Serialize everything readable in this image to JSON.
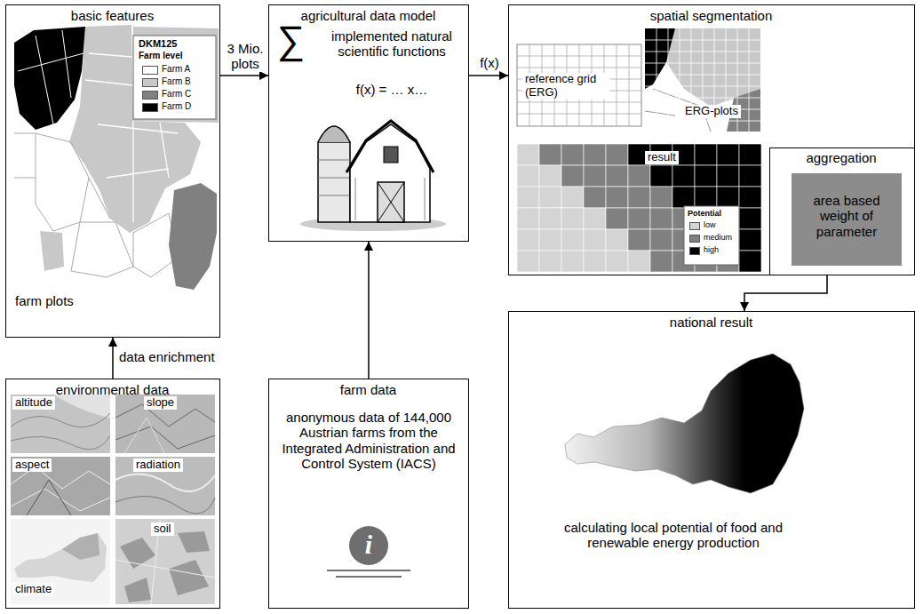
{
  "diagram": {
    "nodes": [
      {
        "text": [
          "basic features"
        ]
      },
      {
        "text": [
          "agricultural data model",
          "implemented natural scientific functions",
          "f(x) = … x…"
        ]
      },
      {
        "text": [
          "spatial segmentation"
        ]
      },
      {
        "text": [
          "aggregation"
        ],
        "in": 2
      },
      {
        "text": [
          "area based weight of parameter"
        ],
        "in": 3
      },
      {
        "text": [
          "environmental data"
        ]
      },
      {
        "text": [
          "farm data",
          "anonymous data of 144,000 Austrian farms from the Integrated Administration and Control System (IACS)"
        ]
      },
      {
        "text": [
          "national result",
          "calculating local potential of food and renewable energy production"
        ]
      }
    ],
    "edges": [
      {
        "from": 0,
        "to": 1,
        "label": "3 Mio. plots",
        "arrow": "to"
      },
      {
        "from": 5,
        "to": 0,
        "label": "data enrichment",
        "arrow": "to"
      },
      {
        "from": 6,
        "to": 1,
        "arrow": "to"
      },
      {
        "from": 1,
        "to": 2,
        "label": "f(x)",
        "arrow": "to"
      },
      {
        "from": 3,
        "to": 7,
        "arrow": "to"
      }
    ],
    "labels": [
      "DKM125",
      "Farm level",
      "farm plots",
      "∑",
      "reference grid (ERG)",
      "ERG-plots",
      "result",
      "Potential",
      "altitude",
      "slope",
      "aspect",
      "radiation",
      "climate",
      "soil",
      "i"
    ],
    "legend": [
      {
        "text": "Farm A",
        "color": "#ffffff"
      },
      {
        "text": "Farm B",
        "color": "#c8c8c8"
      },
      {
        "text": "Farm C",
        "color": "#808080"
      },
      {
        "text": "Farm D",
        "color": "#000000"
      },
      {
        "text": "low",
        "color": "#d4d4d4"
      },
      {
        "text": "medium",
        "color": "#808080"
      },
      {
        "text": "high",
        "color": "#000000"
      }
    ]
  }
}
